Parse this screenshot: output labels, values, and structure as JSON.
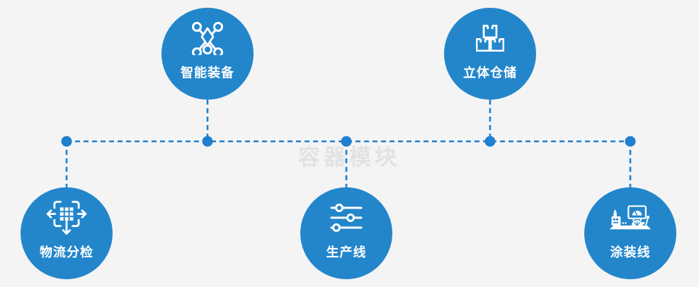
{
  "watermark": {
    "text": "容器模块"
  },
  "colors": {
    "background": "#f4f4f5",
    "bubble_blue": "#2386cb",
    "connector_blue": "#1e80ce",
    "icon_white": "#ffffff",
    "watermark_gray": "#e2e2e4"
  },
  "nodes": [
    {
      "label": "智能装备",
      "icon": "network-nodes-icon",
      "position": "top-left"
    },
    {
      "label": "立体仓储",
      "icon": "stacked-boxes-icon",
      "position": "top-right"
    },
    {
      "label": "物流分检",
      "icon": "sorting-arrows-icon",
      "position": "bottom-left"
    },
    {
      "label": "生产线",
      "icon": "sliders-icon",
      "position": "bottom-center"
    },
    {
      "label": "涂装线",
      "icon": "control-station-icon",
      "position": "bottom-right"
    }
  ]
}
